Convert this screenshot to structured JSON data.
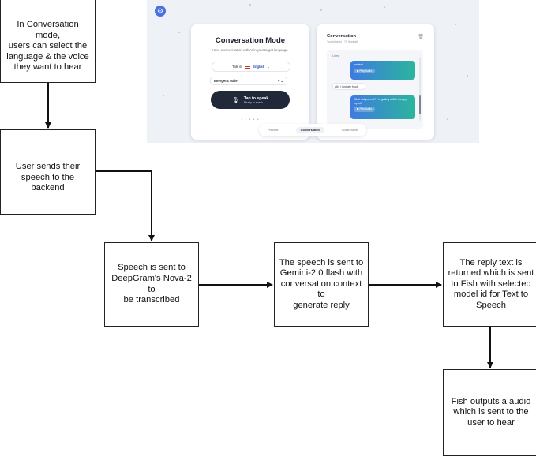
{
  "flow": {
    "box1": "In Conversation mode,\nusers can select the\nlanguage & the voice\nthey want to hear",
    "box2": "User sends their\nspeech to the backend",
    "box3": "Speech is sent to\nDeepGram's Nova-2 to\nbe transcribed",
    "box4": "The speech is sent to\nGemini-2.0 flash with\nconversation context to\ngenerate reply",
    "box5": "The reply text is\nreturned which is sent\nto Fish with selected\nmodel id for Text to\nSpeech",
    "box6": "Fish outputs a audio\nwhich is sent to the\nuser to hear"
  },
  "screenshot": {
    "settings_icon": "gear-icon",
    "left_card": {
      "title": "Conversation Mode",
      "subtitle": "Have a conversation with AI in your target language.",
      "talk_in_label": "Talk in:",
      "language": "English",
      "voice": "Energetic Male",
      "button_title": "Tap to speak",
      "button_sub": "Ready to speak",
      "dots": "• • • • •"
    },
    "right_card": {
      "title": "Conversation",
      "subtitle": "You (others) · 70 (typical)",
      "chat_label": "Lines",
      "ai_message_1": "matter?",
      "play_label": "Play Audio",
      "user_message": "Ah, I just ate food.",
      "ai_message_2": "What did you eat? I'm getting a little hungry myself."
    },
    "tabs": [
      "Practice",
      "Conversation",
      "Clone Voice"
    ],
    "active_tab": "Conversation",
    "colors": {
      "bubble_start": "#3e7be0",
      "bubble_end": "#2bb59d",
      "button_dark": "#20283a",
      "accent": "#4a6fe0"
    }
  }
}
